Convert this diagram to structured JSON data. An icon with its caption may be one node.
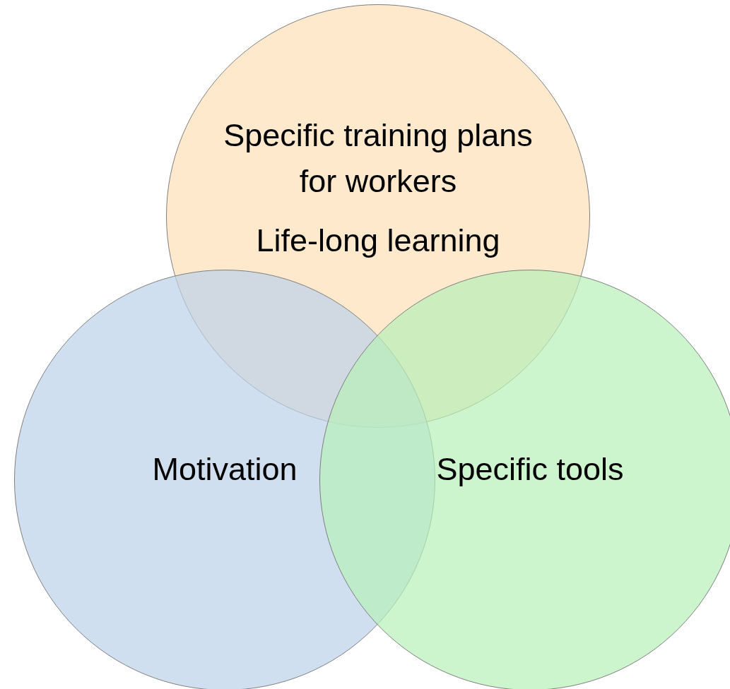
{
  "diagram": {
    "nodes": [
      {
        "text": [
          "Specific training plans for workers",
          "Life-long learning"
        ]
      },
      {
        "text": [
          "Motivation"
        ]
      },
      {
        "text": [
          "Specific tools"
        ]
      }
    ]
  }
}
